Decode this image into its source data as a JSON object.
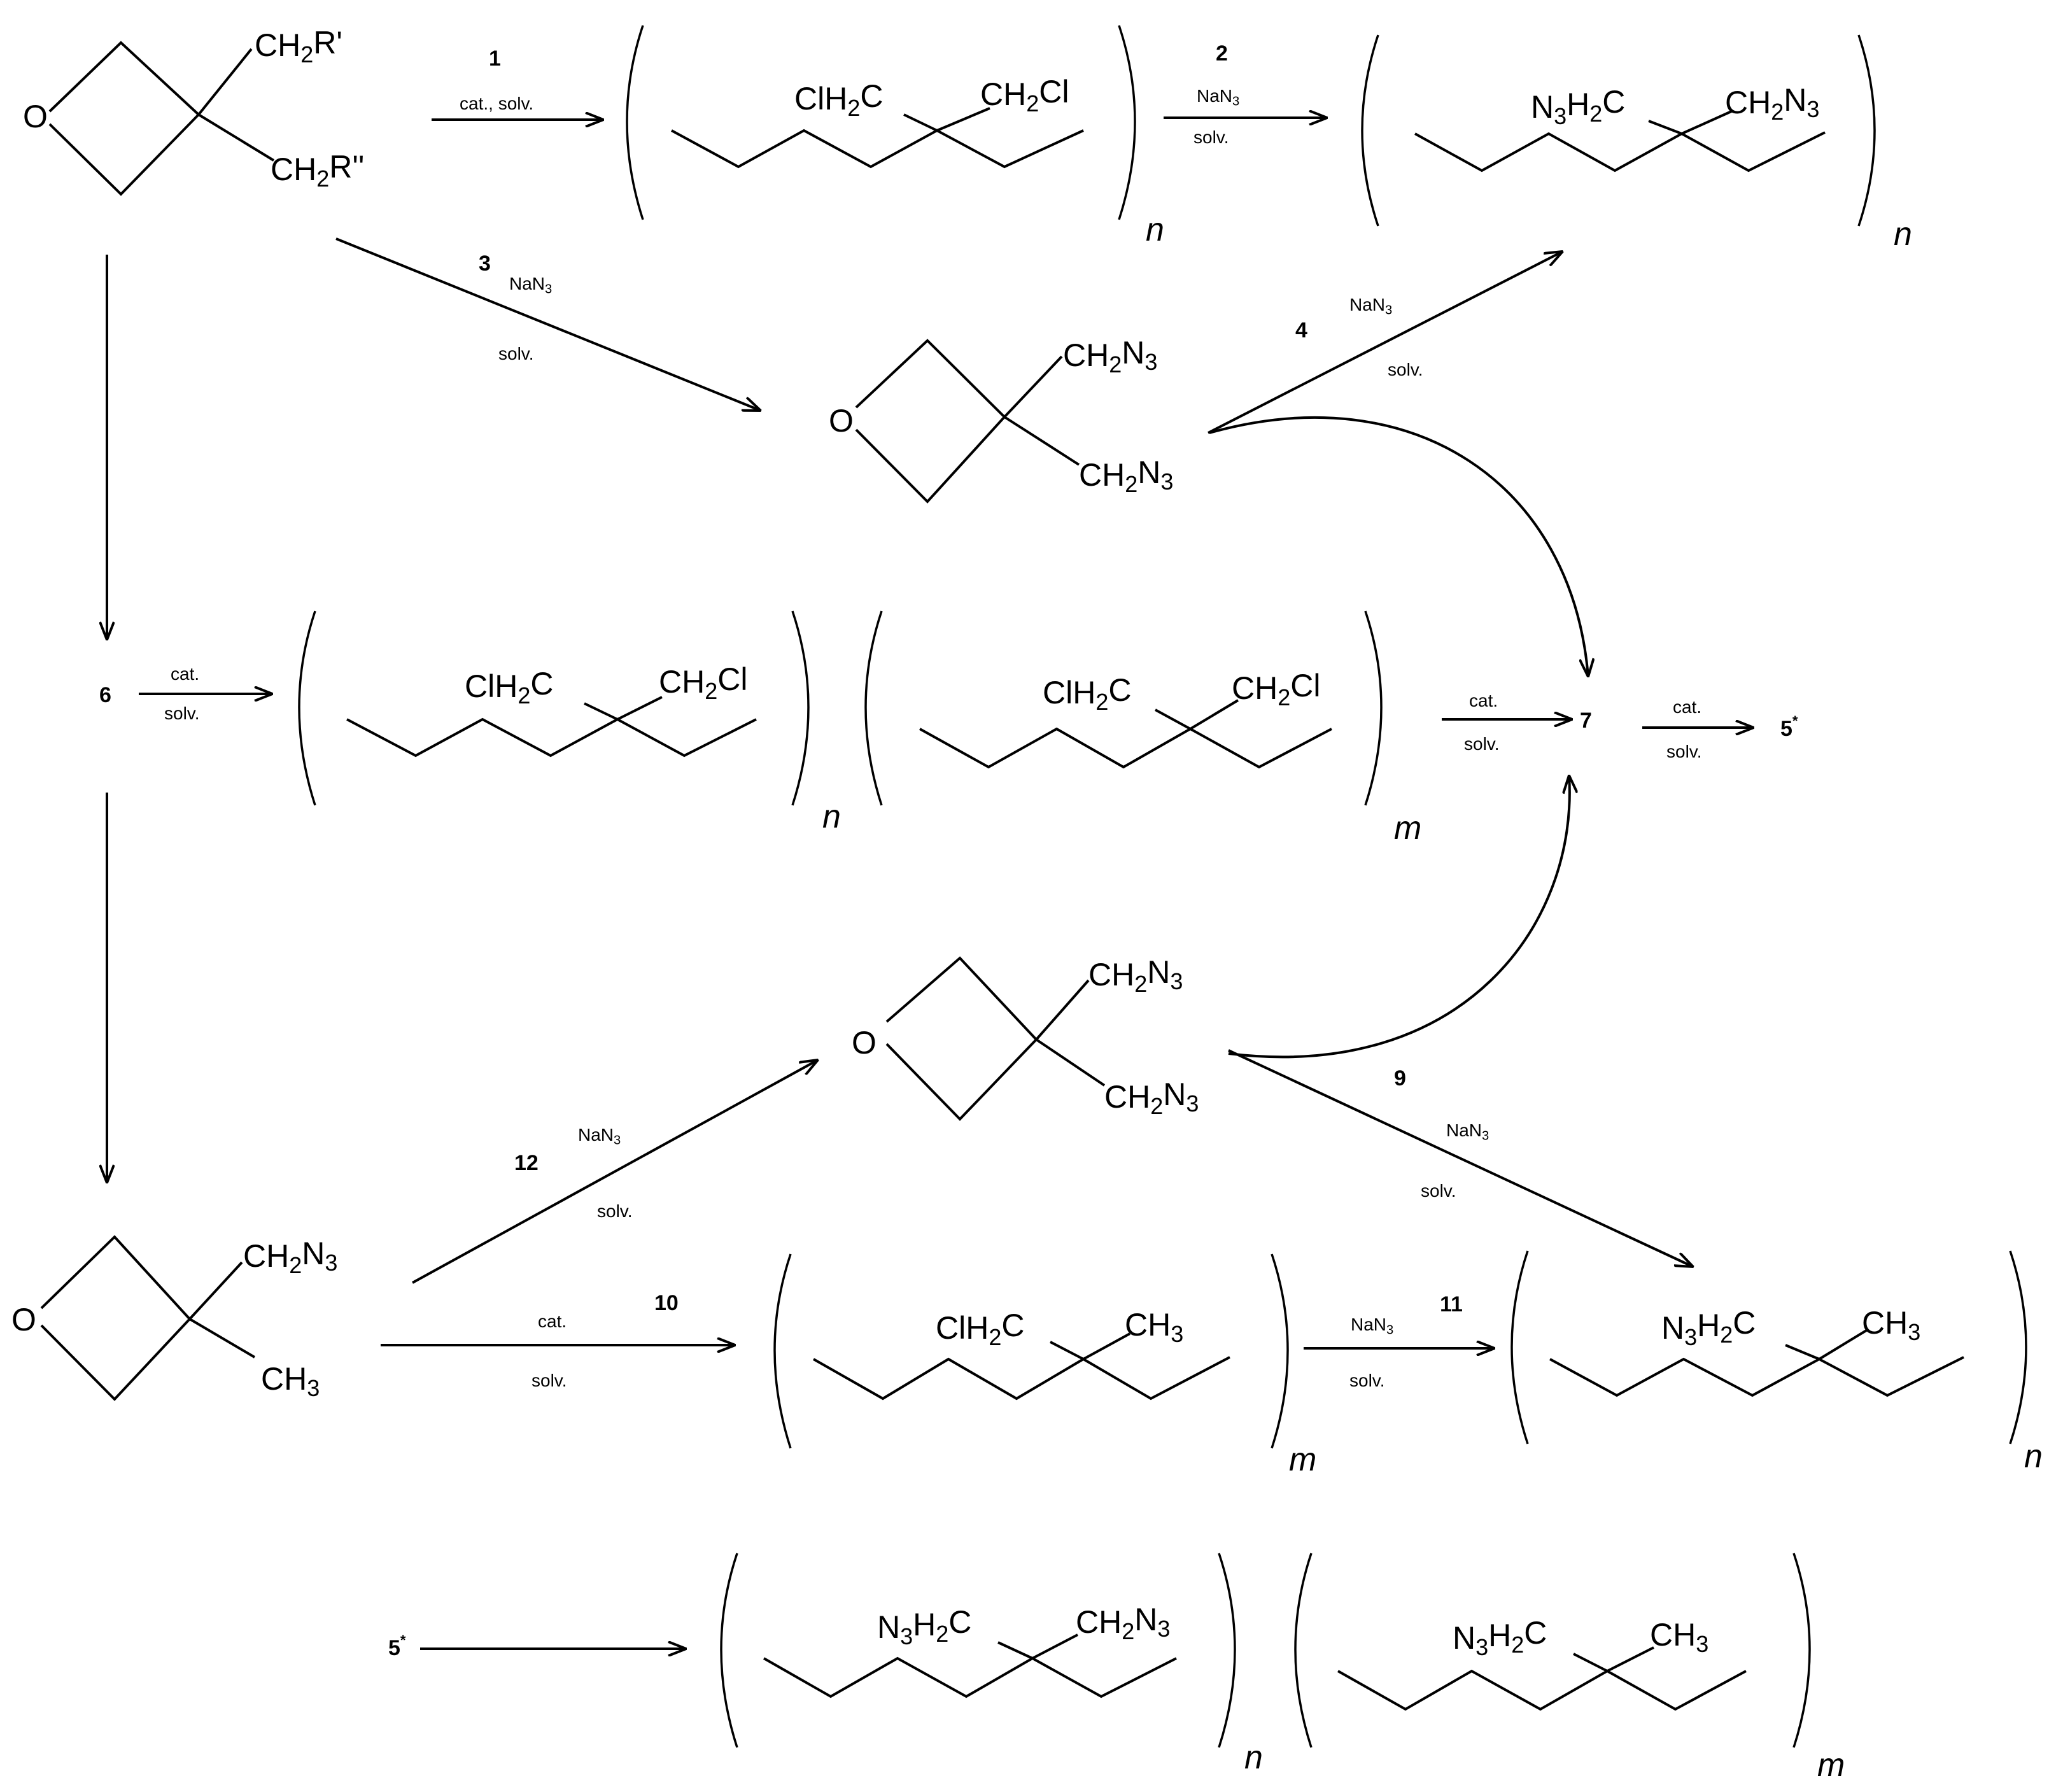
{
  "formulas": {
    "ch2r1": [
      "CH",
      "2",
      "R'"
    ],
    "ch2r2": [
      "CH",
      "2",
      "R''"
    ],
    "clh2c": [
      "ClH",
      "2",
      "C"
    ],
    "ch2cl": [
      "CH",
      "2",
      "Cl"
    ],
    "n3h2c": [
      "N",
      "3",
      "H",
      "2",
      "C"
    ],
    "ch2n3": [
      "CH",
      "2",
      "N",
      "3"
    ],
    "ch3": [
      "CH",
      "3"
    ]
  },
  "reagents": {
    "cat_solv": "cat., solv.",
    "cat": "cat.",
    "solv": "solv.",
    "nan3": [
      "NaN",
      "3"
    ]
  },
  "atoms": {
    "oxygen": "O"
  },
  "subscripts": {
    "n": "n",
    "m": "m"
  },
  "steps": {
    "s1": "1",
    "s2": "2",
    "s3": "3",
    "s4": "4",
    "s5": "5",
    "s6": "6",
    "s7": "7",
    "s9": "9",
    "s10": "10",
    "s11": "11",
    "s12": "12",
    "star": "*"
  }
}
